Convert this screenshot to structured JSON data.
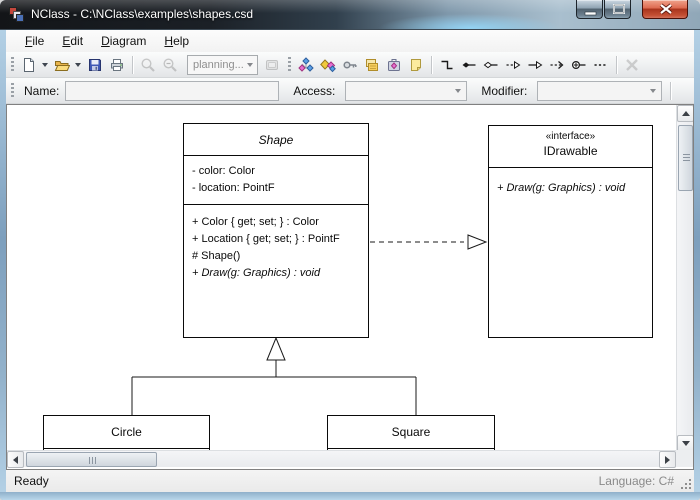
{
  "window": {
    "title": "NClass - C:\\NClass\\examples\\shapes.csd",
    "controls": {
      "minimize": "minimize",
      "maximize": "maximize",
      "close": "close"
    }
  },
  "menu": {
    "items": [
      {
        "accel": "F",
        "rest": "ile"
      },
      {
        "accel": "E",
        "rest": "dit"
      },
      {
        "accel": "D",
        "rest": "iagram"
      },
      {
        "accel": "H",
        "rest": "elp"
      }
    ]
  },
  "toolbar": {
    "file_tools": [
      "new-document",
      "open-document",
      "save",
      "print"
    ],
    "view_tools": [
      "zoom-in",
      "zoom-out"
    ],
    "zoom_combo_value": "planning...",
    "autozoom_tool": "auto-zoom",
    "entity_tools": [
      "class",
      "interface",
      "delegate",
      "enum",
      "structure",
      "comment"
    ],
    "relation_tools": [
      "association",
      "composition",
      "aggregation",
      "realization",
      "generalization",
      "dependency",
      "nesting",
      "comment-link"
    ],
    "delete_tool": "delete"
  },
  "fieldbar": {
    "name_label": "Name:",
    "name_value": "",
    "access_label": "Access:",
    "access_value": "",
    "modifier_label": "Modifier:",
    "modifier_value": ""
  },
  "diagram": {
    "shape": {
      "name": "Shape",
      "fields": [
        "- color: Color",
        "- location: PointF"
      ],
      "methods": [
        "+ Color { get; set; } : Color",
        "+ Location { get; set; } : PointF",
        "# Shape()",
        "+ Draw(g: Graphics) : void"
      ]
    },
    "idrawable": {
      "stereotype": "«interface»",
      "name": "IDrawable",
      "methods": [
        "+ Draw(g: Graphics) : void"
      ]
    },
    "circle": {
      "name": "Circle"
    },
    "square": {
      "name": "Square"
    }
  },
  "statusbar": {
    "status": "Ready",
    "language": "Language: C#"
  }
}
